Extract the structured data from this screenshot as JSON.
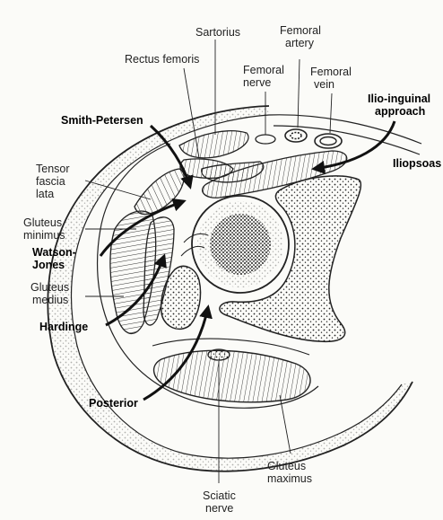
{
  "labels": {
    "sartorius": "Sartorius",
    "femoral_artery_1": "Femoral",
    "femoral_artery_2": "artery",
    "rectus_femoris": "Rectus femoris",
    "femoral_nerve_1": "Femoral",
    "femoral_nerve_2": "nerve",
    "femoral_vein_1": "Femoral",
    "femoral_vein_2": "vein",
    "ilio_inguinal_1": "Ilio-inguinal",
    "ilio_inguinal_2": "approach",
    "smith_petersen": "Smith-Petersen",
    "tensor_1": "Tensor",
    "tensor_2": "fascia",
    "tensor_3": "lata",
    "iliopsoas": "Iliopsoas",
    "gluteus_minimus_1": "Gluteus",
    "gluteus_minimus_2": "minimus",
    "watson_jones_1": "Watson-",
    "watson_jones_2": "Jones",
    "gluteus_medius_1": "Gluteus",
    "gluteus_medius_2": "medius",
    "hardinge": "Hardinge",
    "posterior": "Posterior",
    "gluteus_maximus_1": "Gluteus",
    "gluteus_maximus_2": "maximus",
    "sciatic_nerve_1": "Sciatic",
    "sciatic_nerve_2": "nerve"
  },
  "colors": {
    "ink": "#1a1a1a",
    "paper": "#fbfbf8"
  }
}
